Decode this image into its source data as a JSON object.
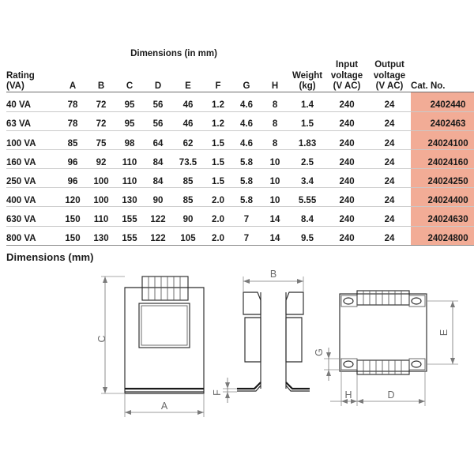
{
  "table": {
    "group_header": "Dimensions (in mm)",
    "headers": {
      "rating": "Rating\n(VA)",
      "a": "A",
      "b": "B",
      "c": "C",
      "d": "D",
      "e": "E",
      "f": "F",
      "g": "G",
      "h": "H",
      "weight": "Weight\n(kg)",
      "input_voltage": "Input\nvoltage\n(V AC)",
      "output_voltage": "Output\nvoltage\n(V AC)",
      "cat_no": "Cat. No."
    },
    "highlight_color": "#f2ac96",
    "rows": [
      {
        "rating": "40 VA",
        "a": "78",
        "b": "72",
        "c": "95",
        "d": "56",
        "e": "46",
        "f": "1.2",
        "g": "4.6",
        "h": "8",
        "weight": "1.4",
        "input_voltage": "240",
        "output_voltage": "24",
        "cat_no": "2402440"
      },
      {
        "rating": "63 VA",
        "a": "78",
        "b": "72",
        "c": "95",
        "d": "56",
        "e": "46",
        "f": "1.2",
        "g": "4.6",
        "h": "8",
        "weight": "1.5",
        "input_voltage": "240",
        "output_voltage": "24",
        "cat_no": "2402463"
      },
      {
        "rating": "100 VA",
        "a": "85",
        "b": "75",
        "c": "98",
        "d": "64",
        "e": "62",
        "f": "1.5",
        "g": "4.6",
        "h": "8",
        "weight": "1.83",
        "input_voltage": "240",
        "output_voltage": "24",
        "cat_no": "24024100"
      },
      {
        "rating": "160 VA",
        "a": "96",
        "b": "92",
        "c": "110",
        "d": "84",
        "e": "73.5",
        "f": "1.5",
        "g": "5.8",
        "h": "10",
        "weight": "2.5",
        "input_voltage": "240",
        "output_voltage": "24",
        "cat_no": "24024160"
      },
      {
        "rating": "250 VA",
        "a": "96",
        "b": "100",
        "c": "110",
        "d": "84",
        "e": "85",
        "f": "1.5",
        "g": "5.8",
        "h": "10",
        "weight": "3.4",
        "input_voltage": "240",
        "output_voltage": "24",
        "cat_no": "24024250"
      },
      {
        "rating": "400 VA",
        "a": "120",
        "b": "100",
        "c": "130",
        "d": "90",
        "e": "85",
        "f": "2.0",
        "g": "5.8",
        "h": "10",
        "weight": "5.55",
        "input_voltage": "240",
        "output_voltage": "24",
        "cat_no": "24024400"
      },
      {
        "rating": "630 VA",
        "a": "150",
        "b": "110",
        "c": "155",
        "d": "122",
        "e": "90",
        "f": "2.0",
        "g": "7",
        "h": "14",
        "weight": "8.4",
        "input_voltage": "240",
        "output_voltage": "24",
        "cat_no": "24024630"
      },
      {
        "rating": "800 VA",
        "a": "150",
        "b": "130",
        "c": "155",
        "d": "122",
        "e": "105",
        "f": "2.0",
        "g": "7",
        "h": "14",
        "weight": "9.5",
        "input_voltage": "240",
        "output_voltage": "24",
        "cat_no": "24024800"
      }
    ]
  },
  "dimensions_section": {
    "title": "Dimensions (mm)",
    "views": {
      "front": {
        "labels": {
          "height": "C",
          "width": "A"
        }
      },
      "side": {
        "labels": {
          "width": "B",
          "foot": "F"
        }
      },
      "top": {
        "labels": {
          "height": "E",
          "width": "D",
          "hole_offset": "G",
          "foot_width": "H"
        }
      }
    }
  }
}
